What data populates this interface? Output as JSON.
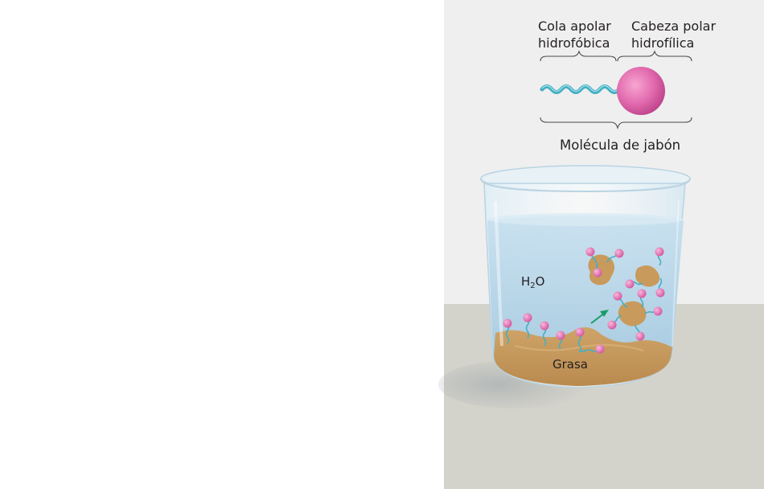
{
  "labels": {
    "tail": [
      "Cola apolar",
      "hidrofóbica"
    ],
    "head": [
      "Cabeza polar",
      "hidrofílica"
    ],
    "molecule": "Molécula de jabón",
    "water": {
      "H": "H",
      "sub": "2",
      "O": "O"
    },
    "grease": "Grasa"
  },
  "colors": {
    "wall": "#efefef",
    "floor": "#d4d3cb",
    "water": "#a9cde3",
    "grease": "#c89a5c",
    "soap_head": "#e26aae",
    "soap_tail": "#44afc4",
    "arrow": "#1a9c6a",
    "text": "#231f20"
  }
}
